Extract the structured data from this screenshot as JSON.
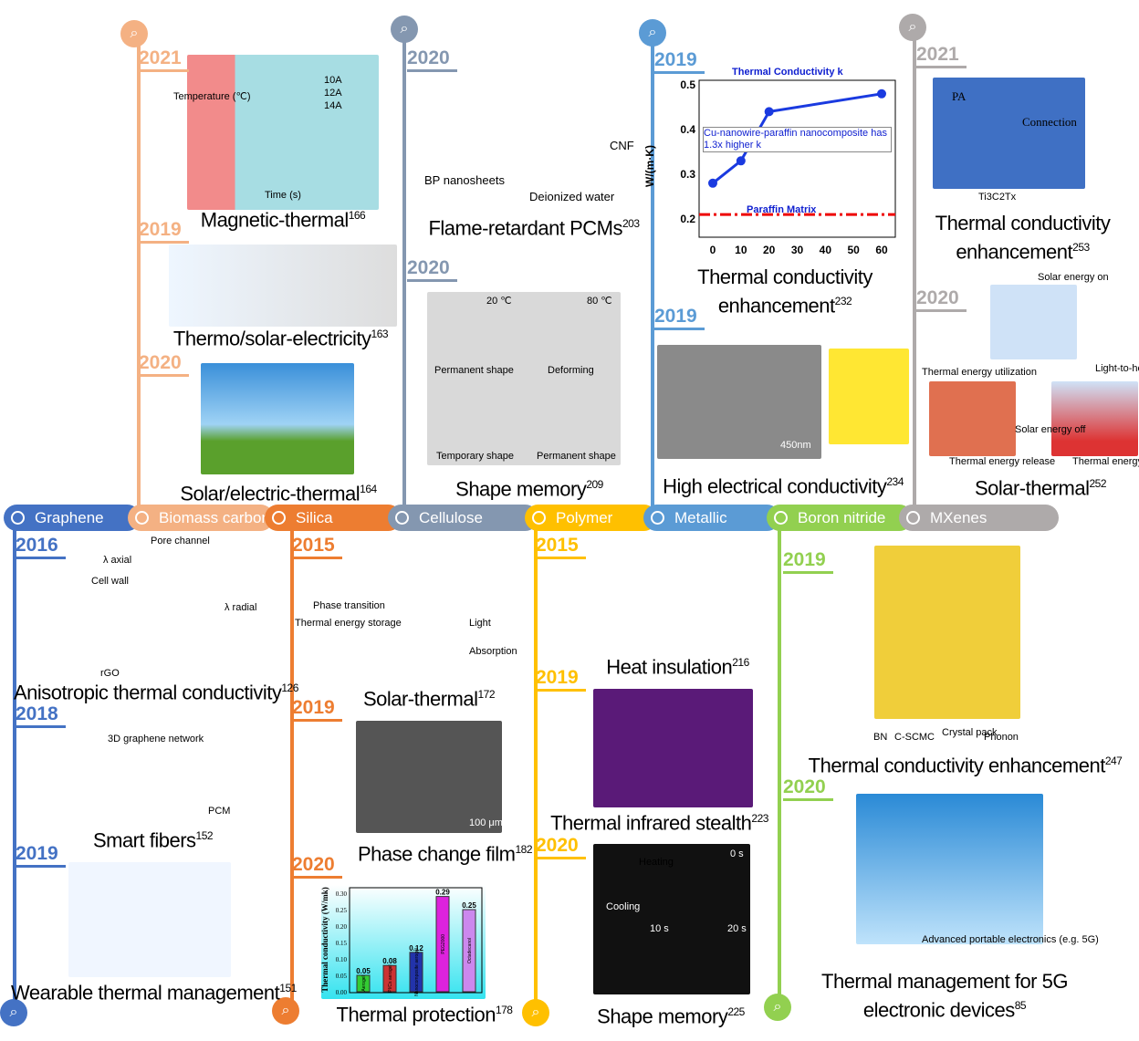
{
  "categories": [
    {
      "label": "Graphene",
      "color": "#4472c4"
    },
    {
      "label": "Biomass carbon",
      "color": "#f4b183"
    },
    {
      "label": "Silica",
      "color": "#ed7d31"
    },
    {
      "label": "Cellulose",
      "color": "#8497b0"
    },
    {
      "label": "Polymer",
      "color": "#ffc000"
    },
    {
      "label": "Metallic",
      "color": "#5b9bd5"
    },
    {
      "label": "Boron nitride",
      "color": "#92d050"
    },
    {
      "label": "MXenes",
      "color": "#aeaaaa"
    }
  ],
  "pin_icon": "magnifier-icon",
  "years": [
    "2021",
    "2019",
    "2020",
    "2020",
    "2020",
    "2019",
    "2019",
    "2021",
    "2020",
    "2016",
    "2018",
    "2019",
    "2015",
    "2019",
    "2020",
    "2015",
    "2019",
    "2020",
    "2019",
    "2020"
  ],
  "captions": [
    {
      "text": "Magnetic-thermal",
      "ref": "166"
    },
    {
      "text": "Thermo/solar-electricity",
      "ref": "163"
    },
    {
      "text": "Solar/electric-thermal",
      "ref": "164"
    },
    {
      "text": "Flame-retardant PCMs",
      "ref": "203"
    },
    {
      "text": "Shape memory",
      "ref": "209"
    },
    {
      "text": "Thermal conductivity enhancement",
      "ref": "232"
    },
    {
      "text": "High electrical conductivity",
      "ref": "234"
    },
    {
      "text": "Thermal conductivity enhancement",
      "ref": "253"
    },
    {
      "text": "Solar-thermal",
      "ref": "252"
    },
    {
      "text": "Anisotropic thermal conductivity",
      "ref": "126"
    },
    {
      "text": "Smart fibers",
      "ref": "152"
    },
    {
      "text": "Wearable thermal management",
      "ref": "151"
    },
    {
      "text": "Solar-thermal",
      "ref": "172"
    },
    {
      "text": "Phase change film",
      "ref": "182"
    },
    {
      "text": "Thermal protection",
      "ref": "178"
    },
    {
      "text": "Heat insulation",
      "ref": "216"
    },
    {
      "text": "Thermal infrared stealth",
      "ref": "223"
    },
    {
      "text": "Shape memory",
      "ref": "225"
    },
    {
      "text": "Thermal conductivity enhancement",
      "ref": "247"
    },
    {
      "text": "Thermal management for 5G electronic devices",
      "ref": "85"
    }
  ],
  "annotations": [
    "Time (s)",
    "Temperature (℃)",
    "10A",
    "12A",
    "14A",
    "BP nanosheets",
    "CNF",
    "Deionized water",
    "Thermal Conductivity k",
    "Cu-nanowire-paraffin nanocomposite has 1.3x higher k",
    "Paraffin Matrix",
    "W/(m·K)",
    "PA",
    "Connection",
    "Ti3C2Tx",
    "450nm",
    "Permanent shape",
    "Deforming",
    "Temporary shape",
    "Permanent shape",
    "20 ℃",
    "80 ℃",
    "Pore channel",
    "Cell wall",
    "rGO",
    "λ axial",
    "λ radial",
    "3D graphene network",
    "PCM",
    "Phase transition",
    "Thermal energy storage",
    "Light",
    "Absorption",
    "100 μm",
    "Heating",
    "Cooling",
    "0 s",
    "10 s",
    "20 s",
    "Advanced portable electronics (e.g. 5G)",
    "Solar energy on",
    "Solar energy off",
    "Thermal energy utilization",
    "Light-to-heat conversion",
    "Thermal energy release",
    "Thermal energy storage",
    "BN",
    "C-SCMC",
    "Crystal pack",
    "Phonon"
  ],
  "metallic_chart": {
    "type": "line",
    "ylabel": "W/(m·K)",
    "x_ticks": [
      0,
      10,
      20,
      30,
      40,
      50,
      60
    ],
    "y_ticks": [
      0.2,
      0.3,
      0.4,
      0.5
    ],
    "x": [
      0,
      10,
      20,
      60
    ],
    "y": [
      0.28,
      0.33,
      0.44,
      0.48
    ],
    "baseline": 0.21,
    "baseline_label": "Paraffin Matrix",
    "title": "Thermal Conductivity k"
  },
  "chart_data": {
    "type": "bar",
    "ylabel": "Thermal conductivity (W/mk)",
    "ylim": [
      0,
      0.3
    ],
    "y_ticks": [
      "0.00",
      "0.05",
      "0.10",
      "0.15",
      "0.20",
      "0.25",
      "0.30"
    ],
    "categories": [
      "Aerogel",
      "PI/Cs aerogel",
      "Nanocomposite aerogel",
      "PEG2000",
      "Octadecanol"
    ],
    "values": [
      0.05,
      0.08,
      0.12,
      0.29,
      0.25
    ],
    "value_labels": [
      "0.05",
      "0.08",
      "0.12",
      "0.29",
      "0.25"
    ],
    "colors": [
      "#33cc33",
      "#cc3333",
      "#2233aa",
      "#dd22dd",
      "#cc88ee"
    ]
  }
}
